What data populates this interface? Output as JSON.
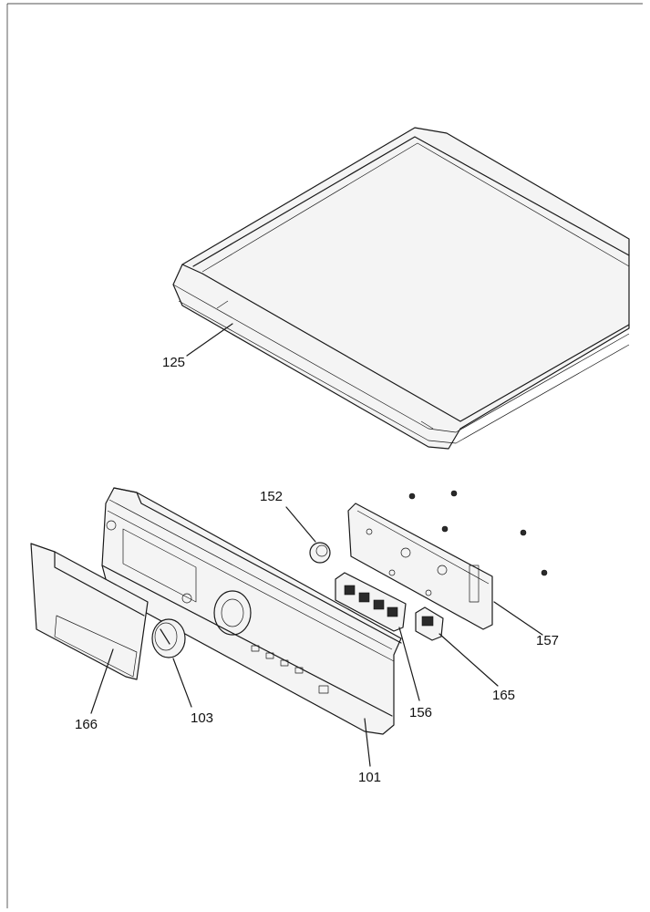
{
  "callouts": {
    "c125": "125",
    "c152": "152",
    "c157": "157",
    "c165": "165",
    "c156": "156",
    "c101": "101",
    "c103": "103",
    "c166": "166"
  }
}
